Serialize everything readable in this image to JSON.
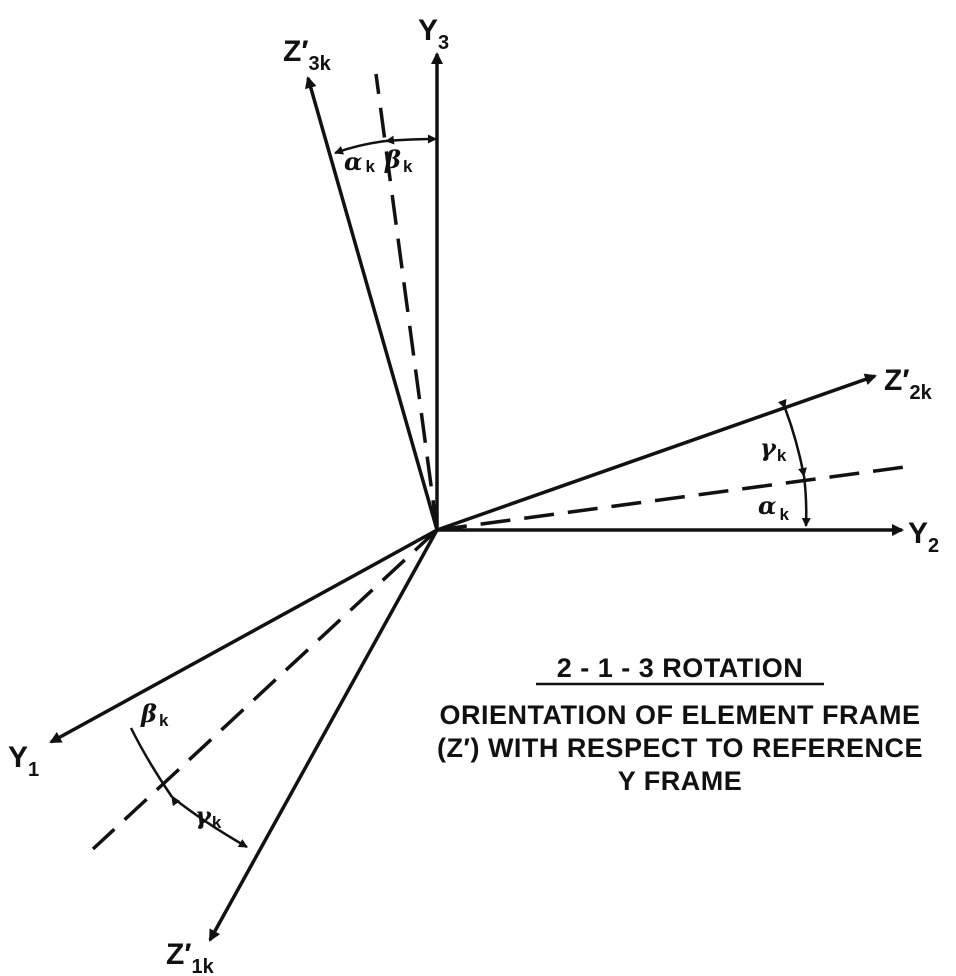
{
  "axes": {
    "y3": {
      "main": "Y",
      "sub": "3"
    },
    "y2": {
      "main": "Y",
      "sub": "2"
    },
    "y1": {
      "main": "Y",
      "sub": "1"
    },
    "z3k": {
      "main": "Z′",
      "sub": "3k"
    },
    "z2k": {
      "main": "Z′",
      "sub": "2k"
    },
    "z1k": {
      "main": "Z′",
      "sub": "1k"
    }
  },
  "angles": {
    "top_alpha": {
      "main": "α",
      "sub": "k"
    },
    "top_beta": {
      "main": "β",
      "sub": "k"
    },
    "right_gamma": {
      "main": "γ",
      "sub": "k"
    },
    "right_alpha": {
      "main": "α",
      "sub": "k"
    },
    "left_beta": {
      "main": "β",
      "sub": "k"
    },
    "left_gamma": {
      "main": "γ",
      "sub": "k"
    }
  },
  "caption": {
    "title": "2 - 1 - 3 ROTATION",
    "line1": "ORIENTATION OF ELEMENT FRAME",
    "line2": "(Z′) WITH RESPECT TO REFERENCE",
    "line3": "Y FRAME"
  }
}
